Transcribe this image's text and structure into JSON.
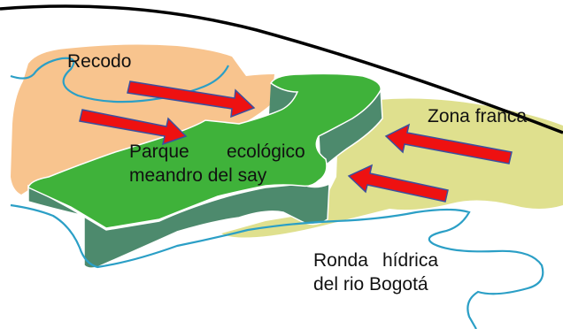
{
  "labels": {
    "recodo": "Recodo",
    "zona_franca": "Zona franca",
    "parque_line1_a": "Parque",
    "parque_line1_b": "ecológico",
    "parque_line2": "meandro del say",
    "ronda_line1_a": "Ronda",
    "ronda_line1_b": "hídrica",
    "ronda_line2": "del rio Bogotá"
  },
  "colors": {
    "recodo_zone": "#f8c48e",
    "zona_franca_zone": "#dfe08e",
    "park_top": "#3fb23a",
    "park_side": "#4d8a6d",
    "arrow_fill": "#ee1111",
    "arrow_outline": "#3a50a0",
    "river": "#2b9fc6",
    "boundary_line": "#000000"
  }
}
